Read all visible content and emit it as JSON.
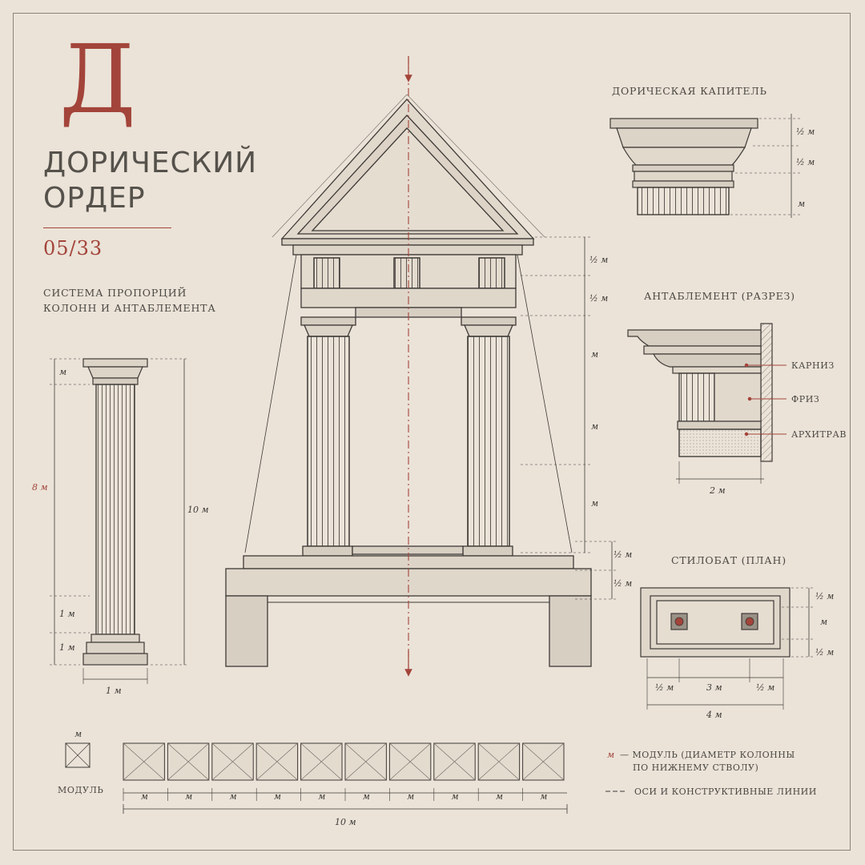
{
  "header": {
    "initial": "Д",
    "title_line1": "ДОРИЧЕСКИЙ",
    "title_line2": "ОРДЕР",
    "page": "05/33",
    "subtitle_line1": "СИСТЕМА ПРОПОРЦИЙ",
    "subtitle_line2": "КОЛОНН И АНТАБЛЕМЕНТА"
  },
  "column_dims": {
    "capital": "м",
    "shaft": "8 м",
    "base1": "1 м",
    "base2": "1 м",
    "total": "10 м",
    "width": "1 м"
  },
  "temple_dims": {
    "d1": "½ м",
    "d2": "½ м",
    "d3": "м",
    "d4": "м",
    "d5": "м",
    "d6": "½ м",
    "d7": "½ м"
  },
  "capital_panel": {
    "title": "ДОРИЧЕСКАЯ КАПИТЕЛЬ",
    "d1": "½ м",
    "d2": "½ м",
    "d3": "м"
  },
  "entablature_panel": {
    "title": "АНТАБЛЕМЕНТ (РАЗРЕЗ)",
    "cornice": "КАРНИЗ",
    "frieze": "ФРИЗ",
    "architrave": "АРХИТРАВ",
    "width": "2 м"
  },
  "stylobate_panel": {
    "title": "СТИЛОБАТ (ПЛАН)",
    "r1": "½ м",
    "r2": "м",
    "r3": "½ м",
    "b1": "½ м",
    "b2": "3 м",
    "b3": "½ м",
    "total": "4 м"
  },
  "module_scale": {
    "m_top": "м",
    "label": "МОДУЛЬ",
    "cells": [
      "м",
      "м",
      "м",
      "м",
      "м",
      "м",
      "м",
      "м",
      "м",
      "м"
    ],
    "total": "10 м"
  },
  "legend": {
    "m_symbol": "м",
    "m_line1": "— МОДУЛЬ (ДИАМЕТР КОЛОННЫ",
    "m_line2": "ПО НИЖНЕМУ СТВОЛУ)",
    "axes_label": "ОСИ И КОНСТРУКТИВНЫЕ ЛИНИИ"
  },
  "colors": {
    "paper": "#ebe3d8",
    "ink": "#4b4843",
    "accent_red": "#a3443a"
  }
}
